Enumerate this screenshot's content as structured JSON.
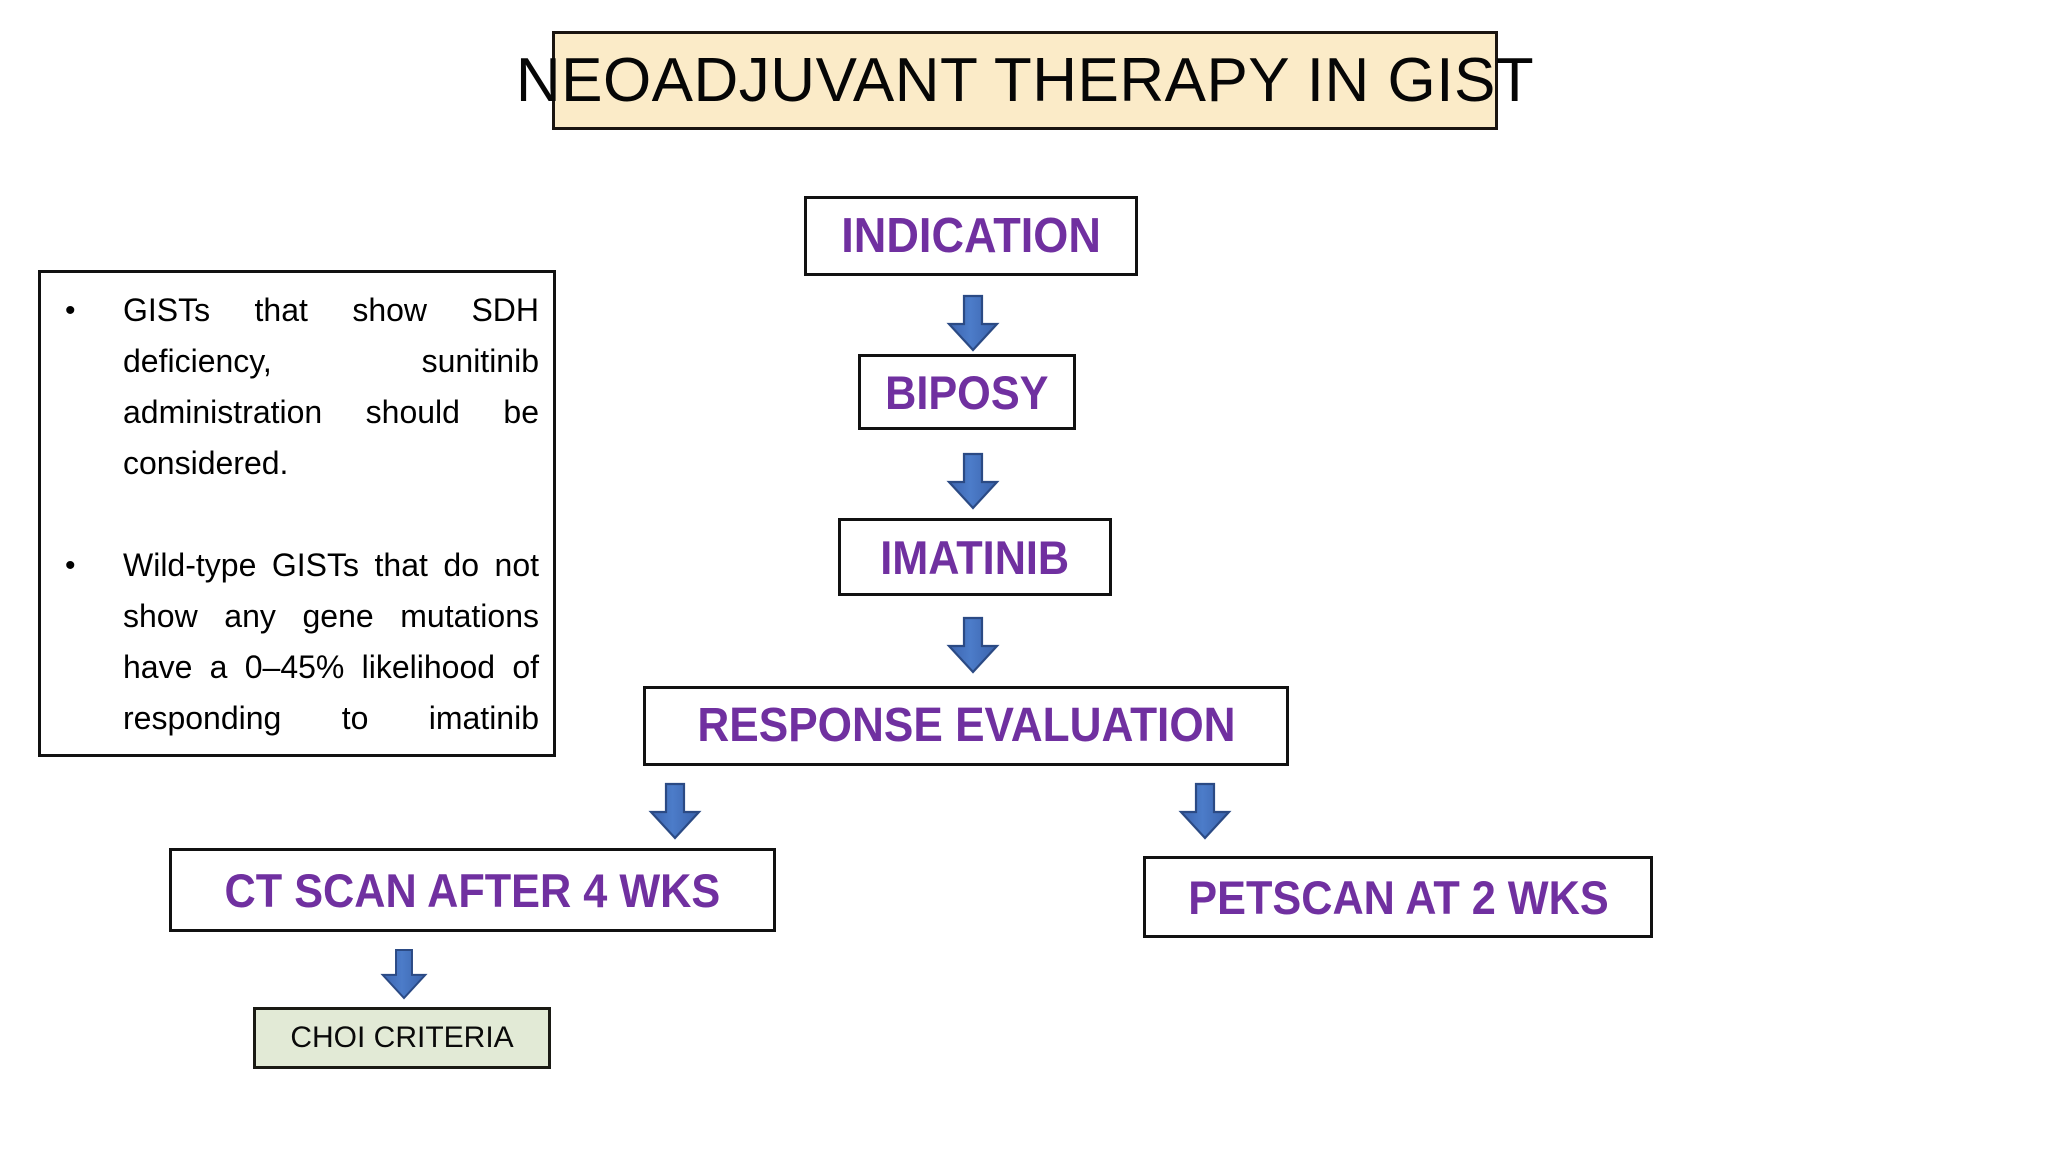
{
  "slide": {
    "title": "NEOADJUVANT THERAPY IN GIST",
    "title_bg_color": "#FBEBC8",
    "accent_text_color": "#7030A0",
    "arrow_color": "#4472C4",
    "choi_bg_color": "#E2EAD6"
  },
  "notes_box": {
    "bullets": [
      "GISTs that show SDH deficiency, sunitinib administration should be considered.",
      "Wild-type GISTs that do not show any gene mutations have a 0–45% likelihood of responding to imatinib"
    ]
  },
  "flowchart": {
    "type": "flowchart",
    "nodes": [
      {
        "id": "indication",
        "label": "INDICATION"
      },
      {
        "id": "biposy",
        "label": "BIPOSY"
      },
      {
        "id": "imatinib",
        "label": "IMATINIB"
      },
      {
        "id": "response",
        "label": "RESPONSE EVALUATION"
      },
      {
        "id": "ctscan",
        "label": "CT SCAN AFTER 4 WKS"
      },
      {
        "id": "petscan",
        "label": "PETSCAN AT 2 WKS"
      },
      {
        "id": "choi",
        "label": "CHOI CRITERIA"
      }
    ],
    "edges": [
      {
        "from": "indication",
        "to": "biposy",
        "arrow": "down"
      },
      {
        "from": "biposy",
        "to": "imatinib",
        "arrow": "down"
      },
      {
        "from": "imatinib",
        "to": "response",
        "arrow": "down"
      },
      {
        "from": "response",
        "to": "ctscan",
        "arrow": "down"
      },
      {
        "from": "response",
        "to": "petscan",
        "arrow": "down"
      },
      {
        "from": "ctscan",
        "to": "choi",
        "arrow": "down"
      }
    ]
  }
}
